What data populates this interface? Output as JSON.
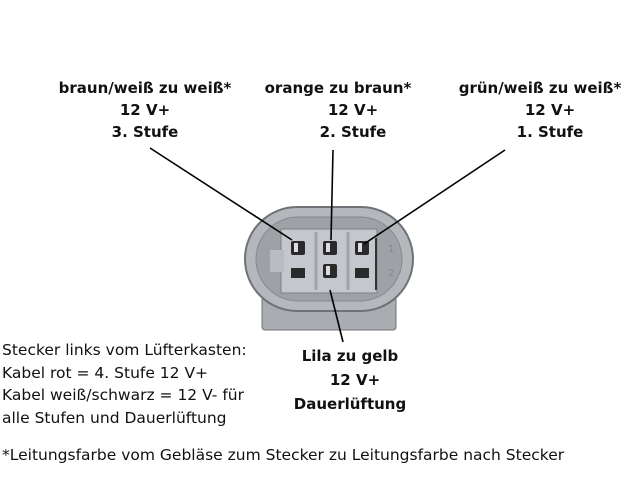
{
  "pins": [
    {
      "wire": "braun/weiß zu weiß*",
      "voltage": "12 V+",
      "function": "3. Stufe"
    },
    {
      "wire": "orange zu braun*",
      "voltage": "12 V+",
      "function": "2. Stufe"
    },
    {
      "wire": "grün/weiß zu weiß*",
      "voltage": "12 V+",
      "function": "1. Stufe"
    },
    {
      "wire": "Lila zu gelb",
      "voltage": "12 V+",
      "function": "Dauerlüftung"
    }
  ],
  "connector_marks": [
    "1",
    "2"
  ],
  "notes": [
    "Stecker links vom Lüfterkasten:",
    "Kabel rot = 4. Stufe 12 V+",
    "Kabel weiß/schwarz = 12 V- für",
    "alle Stufen und Dauerlüftung"
  ],
  "footnote": "*Leitungsfarbe vom Gebläse zum Stecker zu Leitungsfarbe nach Stecker"
}
